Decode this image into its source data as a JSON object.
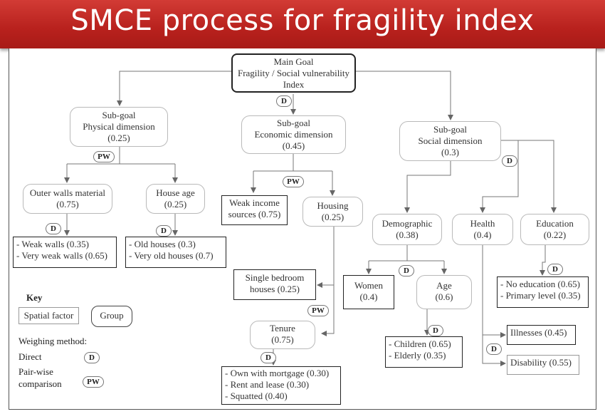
{
  "title": "SMCE process for fragility index",
  "main_goal": [
    "Main Goal",
    "Fragility / Social vulnerability",
    "Index"
  ],
  "subgoals": {
    "physical": [
      "Sub-goal",
      "Physical dimension",
      "(0.25)"
    ],
    "economic": [
      "Sub-goal",
      "Economic dimension",
      "(0.45)"
    ],
    "social": [
      "Sub-goal",
      "Social dimension",
      "(0.3)"
    ]
  },
  "groups": {
    "outer_walls": [
      "Outer walls material",
      "(0.75)"
    ],
    "house_age": [
      "House age",
      "(0.25)"
    ],
    "housing": [
      "Housing",
      "(0.25)"
    ],
    "tenure": [
      "Tenure",
      "(0.75)"
    ],
    "demographic": [
      "Demographic",
      "(0.38)"
    ],
    "age": [
      "Age",
      "(0.6)"
    ],
    "health": [
      "Health",
      "(0.4)"
    ],
    "education": [
      "Education",
      "(0.22)"
    ]
  },
  "factors": {
    "walls": [
      "- Weak walls (0.35)",
      "- Very weak walls (0.65)"
    ],
    "houses": [
      "- Old houses (0.3)",
      "- Very old houses (0.7)"
    ],
    "weak_income": [
      "Weak income",
      "sources (0.75)"
    ],
    "single_bedroom": [
      "Single bedroom",
      "houses (0.25)"
    ],
    "tenure": [
      "- Own with mortgage (0.30)",
      "- Rent and lease (0.30)",
      "- Squatted (0.40)"
    ],
    "women": [
      "Women",
      "(0.4)"
    ],
    "age": [
      "- Children (0.65)",
      "- Elderly (0.35)"
    ],
    "education": [
      "- No education (0.65)",
      "- Primary level (0.35)"
    ],
    "illnesses": [
      "Illnesses (0.45)"
    ],
    "disability": [
      "Disability (0.55)"
    ]
  },
  "badges": {
    "direct": "D",
    "pairwise": "PW"
  },
  "key": {
    "title": "Key",
    "spatial_factor": "Spatial factor",
    "group": "Group",
    "weighing_method": "Weighing method:",
    "direct": "Direct",
    "pairwise_line1": "Pair-wise",
    "pairwise_line2": "comparison"
  }
}
